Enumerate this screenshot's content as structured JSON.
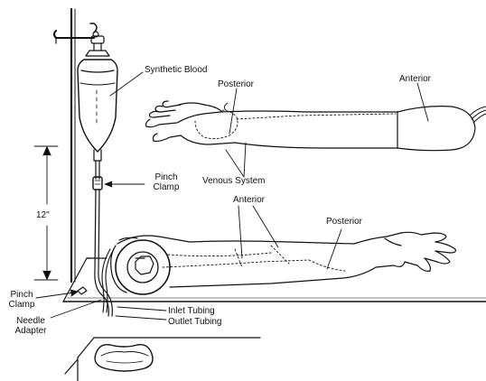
{
  "labels": {
    "synthetic_blood": "Synthetic Blood",
    "posterior_top": "Posterior",
    "anterior_top": "Anterior",
    "pinch_clamp_upper_1": "Pinch",
    "pinch_clamp_upper_2": "Clamp",
    "venous_system": "Venous System",
    "twelve_inch": "12\"",
    "anterior_bottom": "Anterior",
    "posterior_bottom": "Posterior",
    "pinch_clamp_lower_1": "Pinch",
    "pinch_clamp_lower_2": "Clamp",
    "needle_adapter_1": "Needle",
    "needle_adapter_2": "Adapter",
    "inlet_tubing": "Inlet Tubing",
    "outlet_tubing": "Outlet Tubing"
  },
  "colors": {
    "ink": "#111111",
    "paper": "#ffffff"
  }
}
